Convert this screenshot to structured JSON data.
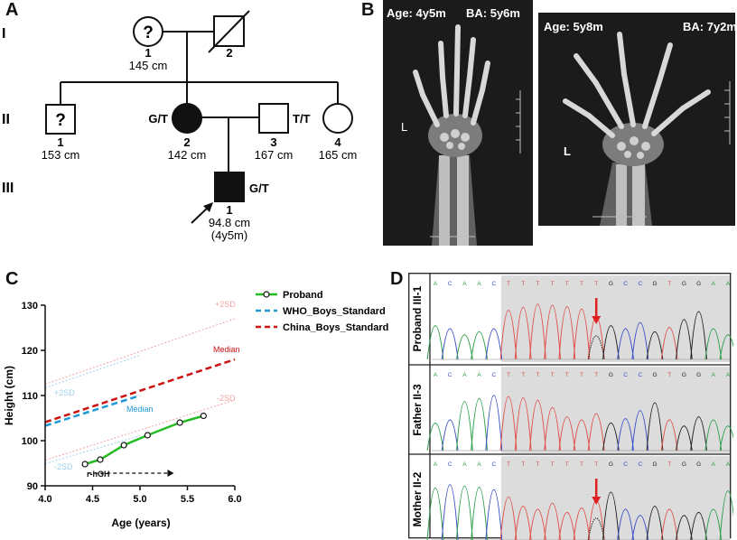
{
  "panels": {
    "a": {
      "letter": "A",
      "generations": [
        "I",
        "II",
        "III"
      ],
      "individuals": {
        "I1": {
          "symbol": "?",
          "num": "1",
          "height": "145 cm"
        },
        "I2": {
          "num": "2"
        },
        "II1": {
          "symbol": "?",
          "num": "1",
          "height": "153 cm"
        },
        "II2": {
          "genotype": "G/T",
          "num": "2",
          "height": "142 cm"
        },
        "II3": {
          "genotype": "T/T",
          "num": "3",
          "height": "167 cm"
        },
        "II4": {
          "num": "4",
          "height": "165 cm"
        },
        "III1": {
          "genotype": "G/T",
          "num": "1",
          "height": "94.8 cm",
          "age": "(4y5m)"
        }
      }
    },
    "b": {
      "letter": "B",
      "xray1": {
        "age": "Age: 4y5m",
        "ba": "BA: 5y6m",
        "side": "L"
      },
      "xray2": {
        "age": "Age: 5y8m",
        "ba": "BA: 7y2m",
        "side": "L"
      }
    },
    "c": {
      "letter": "C"
    },
    "d": {
      "letter": "D",
      "rows": [
        {
          "label": "Proband III-1",
          "arrow": true
        },
        {
          "label": "Father II-3",
          "arrow": false
        },
        {
          "label": "Mother II-2",
          "arrow": true
        }
      ],
      "sequence": [
        "A",
        "C",
        "A",
        "A",
        "C",
        "T",
        "T",
        "T",
        "T",
        "T",
        "T",
        "T",
        "G",
        "C",
        "C",
        "G",
        "T",
        "G",
        "G",
        "A",
        "A"
      ],
      "base_colors": {
        "A": "#2e9e4a",
        "C": "#3a4fc8",
        "G": "#222222",
        "T": "#e0504a"
      },
      "arrow_color": "#e02020"
    }
  },
  "chart_data": {
    "type": "line",
    "xlabel": "Age (years)",
    "ylabel": "Height (cm)",
    "xlim": [
      4.0,
      6.0
    ],
    "ylim": [
      90,
      130
    ],
    "xticks": [
      "4.0",
      "4.5",
      "5.0",
      "5.5",
      "6.0"
    ],
    "yticks": [
      "90",
      "100",
      "110",
      "120",
      "130"
    ],
    "legend": [
      "Proband",
      "WHO_Boys_Standard",
      "China_Boys_Standard"
    ],
    "series": [
      {
        "name": "Proband",
        "color": "#22bb22",
        "style": "solid-markers",
        "x": [
          4.42,
          4.58,
          4.83,
          5.08,
          5.42,
          5.67
        ],
        "y": [
          94.8,
          95.8,
          99.0,
          101.2,
          104.0,
          105.5
        ]
      },
      {
        "name": "WHO_Boys_Standard",
        "color": "#1e9ad6",
        "style": "dashed",
        "x": [
          4.0,
          5.0
        ],
        "y": [
          103.3,
          110.0
        ]
      },
      {
        "name": "China_Boys_Standard",
        "color": "#cc1111",
        "style": "dashed",
        "x": [
          4.0,
          6.0
        ],
        "y": [
          104.1,
          118.0
        ]
      },
      {
        "name": "WHO +2SD",
        "color": "#9fd0ee",
        "style": "dotted",
        "x": [
          4.0,
          5.0
        ],
        "y": [
          111.7,
          118.9
        ]
      },
      {
        "name": "WHO -2SD",
        "color": "#9fd0ee",
        "style": "dotted",
        "x": [
          4.0,
          5.0
        ],
        "y": [
          94.9,
          101.1
        ]
      },
      {
        "name": "China +2SD",
        "color": "#f1a3a3",
        "style": "dotted",
        "x": [
          4.0,
          6.0
        ],
        "y": [
          112.5,
          127.0
        ]
      },
      {
        "name": "China -2SD",
        "color": "#f1a3a3",
        "style": "dotted",
        "x": [
          4.0,
          6.0
        ],
        "y": [
          95.7,
          109.0
        ]
      }
    ],
    "annotations": {
      "china_plus2sd": "+2SD",
      "china_median": "Median",
      "china_minus2sd": "-2SD",
      "who_plus2sd": "+2SD",
      "who_median": "Median",
      "who_minus2sd": "-2SD",
      "treatment": "r-hGH",
      "treatment_x": [
        4.45,
        5.3
      ],
      "treatment_y": 92.8
    }
  }
}
